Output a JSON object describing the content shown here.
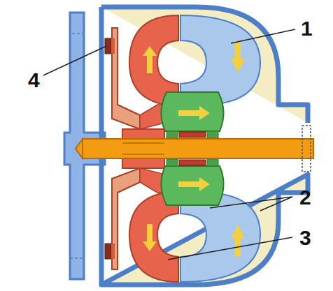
{
  "diagram": {
    "labels": [
      "1",
      "4",
      "2",
      "3"
    ]
  }
}
